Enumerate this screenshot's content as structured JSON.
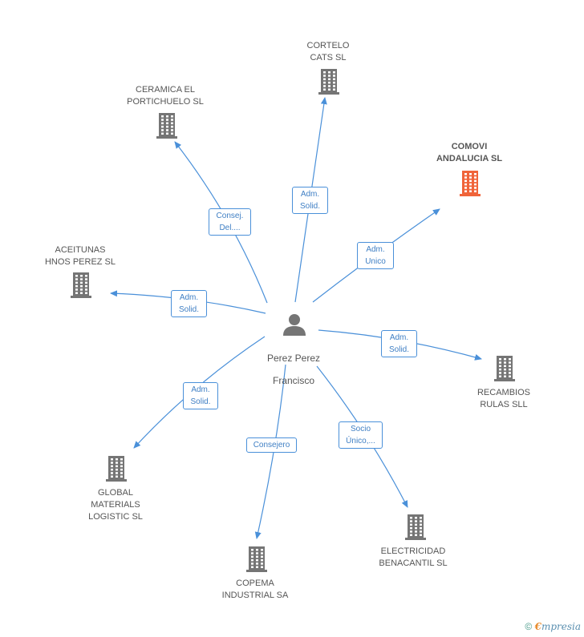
{
  "center": {
    "name_line1": "Perez Perez",
    "name_line2": "Francisco",
    "icon": "person-icon"
  },
  "companies": [
    {
      "id": "cortelo",
      "label": "CORTELO\nCATS SL",
      "highlight": false
    },
    {
      "id": "ceramica",
      "label": "CERAMICA EL\nPORTICHUELO SL",
      "highlight": false
    },
    {
      "id": "comovi",
      "label": "COMOVI\nANDALUCIA SL",
      "highlight": true
    },
    {
      "id": "aceitunas",
      "label": "ACEITUNAS\nHNOS PEREZ SL",
      "highlight": false
    },
    {
      "id": "recambios",
      "label": "RECAMBIOS\nRULAS SLL",
      "highlight": false
    },
    {
      "id": "global",
      "label": "GLOBAL\nMATERIALS\nLOGISTIC SL",
      "highlight": false
    },
    {
      "id": "electricidad",
      "label": "ELECTRICIDAD\nBENACANTIL SL",
      "highlight": false
    },
    {
      "id": "copema",
      "label": "COPEMA\nINDUSTRIAL SA",
      "highlight": false
    }
  ],
  "roles": [
    {
      "target": "cortelo",
      "label": "Adm.\nSolid."
    },
    {
      "target": "ceramica",
      "label": "Consej.\nDel...."
    },
    {
      "target": "comovi",
      "label": "Adm.\nUnico"
    },
    {
      "target": "aceitunas",
      "label": "Adm.\nSolid."
    },
    {
      "target": "recambios",
      "label": "Adm.\nSolid."
    },
    {
      "target": "global",
      "label": "Adm.\nSolid."
    },
    {
      "target": "copema",
      "label": "Consejero"
    },
    {
      "target": "electricidad",
      "label": "Socio\nÚnico,..."
    }
  ],
  "colors": {
    "edge": "#4a90d9",
    "building": "#757575",
    "building_highlight": "#f0643a",
    "person": "#757575"
  },
  "footer": {
    "copyright": "©",
    "brand_first": "€",
    "brand_rest": "mpresia"
  }
}
